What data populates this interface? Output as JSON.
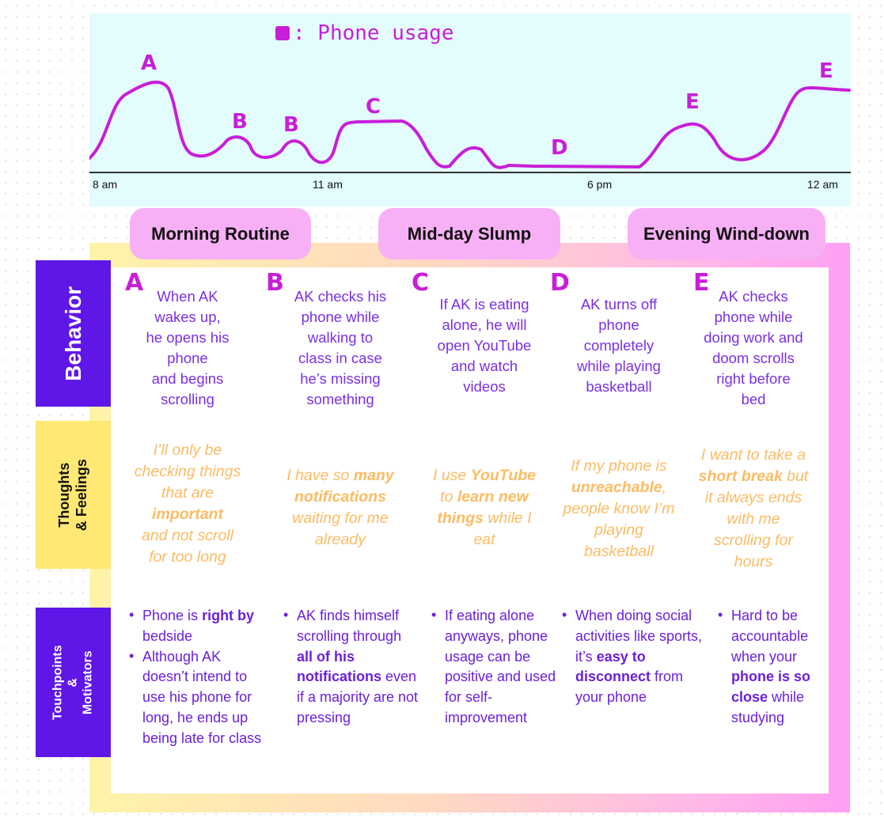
{
  "chart": {
    "legend_label": ": Phone usage",
    "ticks": [
      "8 am",
      "11 am",
      "6 pm",
      "12 am"
    ],
    "curve_labels": [
      "A",
      "B",
      "B",
      "C",
      "D",
      "E",
      "E"
    ],
    "line_color": "#c81ed8"
  },
  "phases": [
    "Morning Routine",
    "Mid-day Slump",
    "Evening Wind-down"
  ],
  "rows": [
    "Behavior",
    "Thoughts & Feelings",
    "Touchpoints & Motivators"
  ],
  "columns": [
    {
      "letter": "A",
      "behavior": [
        [
          "When AK",
          0
        ],
        [
          "\nwakes up,\nhe opens his\nphone\nand begins\nscrolling",
          0
        ]
      ],
      "feelings": [
        [
          "I’ll only be\nchecking things\nthat are\n",
          0
        ],
        [
          "important",
          1
        ],
        [
          "\nand not scroll\nfor too long",
          0
        ]
      ],
      "touchpoints": [
        [
          [
            "Phone is ",
            0
          ],
          [
            "right by",
            1
          ],
          [
            " bedside",
            0
          ]
        ],
        [
          [
            "Although AK doesn’t intend to use his phone for long, he ends up being late for class",
            0
          ]
        ]
      ]
    },
    {
      "letter": "B",
      "behavior": [
        [
          "AK checks his\nphone while\nwalking to\nclass in case\nhe’s missing\nsomething",
          0
        ]
      ],
      "feelings": [
        [
          "I have so ",
          0
        ],
        [
          "many\nnotifications",
          1
        ],
        [
          "\nwaiting for me\nalready",
          0
        ]
      ],
      "touchpoints": [
        [
          [
            "AK finds himself scrolling through ",
            0
          ],
          [
            "all of his notifications",
            1
          ],
          [
            " even if a majority are not pressing",
            0
          ]
        ]
      ]
    },
    {
      "letter": "C",
      "behavior": [
        [
          "If AK is eating\nalone, he will\nopen YouTube\nand watch\nvideos",
          0
        ]
      ],
      "feelings": [
        [
          "I use ",
          0
        ],
        [
          "YouTube",
          1
        ],
        [
          "\nto ",
          0
        ],
        [
          "learn new\nthings",
          1
        ],
        [
          " while I\neat",
          0
        ]
      ],
      "touchpoints": [
        [
          [
            "If eating alone anyways, phone usage can be positive and used for self-improvement",
            0
          ]
        ]
      ]
    },
    {
      "letter": "D",
      "behavior": [
        [
          "AK turns off\nphone\ncompletely\nwhile playing\nbasketball",
          0
        ]
      ],
      "feelings": [
        [
          "If my phone is\n",
          0
        ],
        [
          "unreachable",
          1
        ],
        [
          ",\npeople know I’m\nplaying\nbasketball",
          0
        ]
      ],
      "touchpoints": [
        [
          [
            "When doing social activities like sports, it’s ",
            0
          ],
          [
            "easy to disconnect",
            1
          ],
          [
            " from your phone",
            0
          ]
        ]
      ]
    },
    {
      "letter": "E",
      "behavior": [
        [
          "AK checks\nphone while\ndoing work and\ndoom scrolls\nright before\nbed",
          0
        ]
      ],
      "feelings": [
        [
          "I want to take a\n",
          0
        ],
        [
          "short break",
          1
        ],
        [
          " but\nit always ends\nwith me\nscrolling for\nhours",
          0
        ]
      ],
      "touchpoints": [
        [
          [
            "Hard to be accountable when your ",
            0
          ],
          [
            "phone is so close",
            1
          ],
          [
            " while studying",
            0
          ]
        ]
      ]
    }
  ]
}
